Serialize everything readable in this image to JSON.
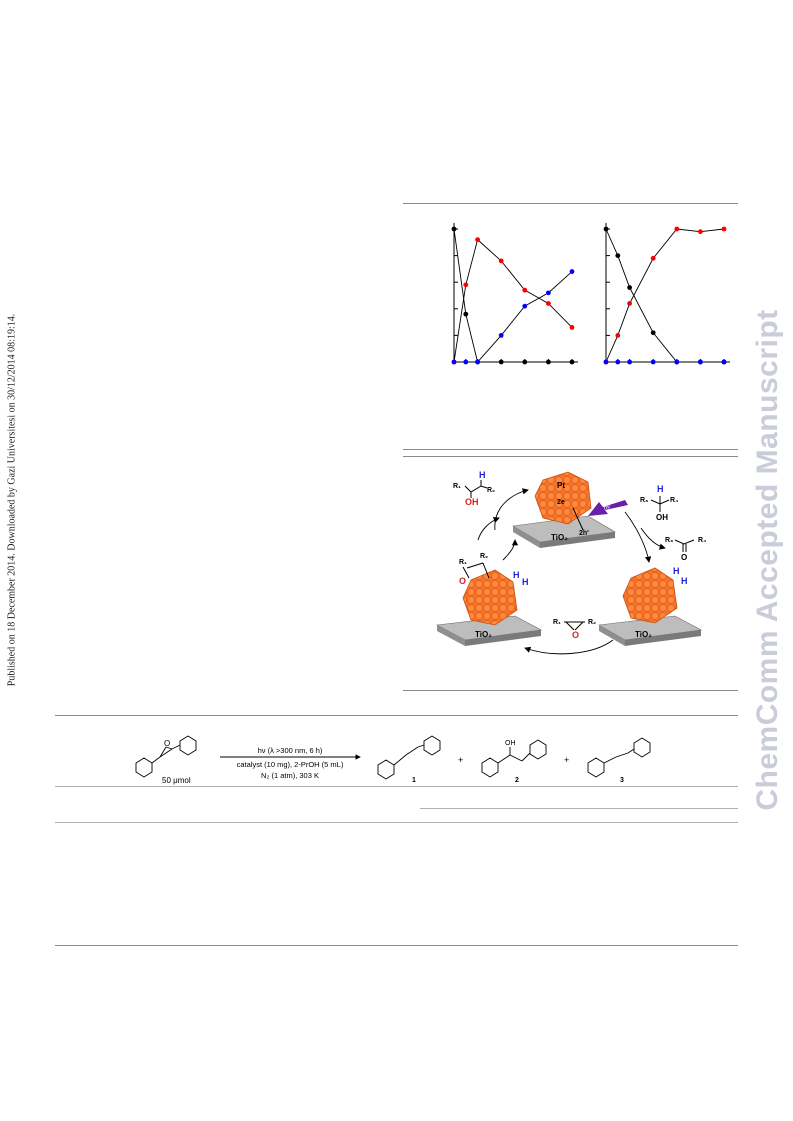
{
  "sidebar": {
    "published_line": "Published on 18 December 2014. Downloaded by Gazi Universitesi on 30/12/2014 08:19:14."
  },
  "watermark": {
    "text": "ChemComm Accepted Manuscript"
  },
  "chart_data": [
    {
      "type": "line",
      "x": [
        0,
        1,
        2,
        4,
        6,
        8,
        10
      ],
      "ylim": [
        0,
        50
      ],
      "series": [
        {
          "color": "#000000",
          "values": [
            50,
            18,
            0,
            0,
            0,
            0,
            0
          ]
        },
        {
          "color": "#ff0000",
          "values": [
            0,
            29,
            46,
            38,
            27,
            22,
            13
          ]
        },
        {
          "color": "#0000ff",
          "values": [
            0,
            0,
            0,
            10,
            21,
            26,
            34
          ]
        }
      ]
    },
    {
      "type": "line",
      "x": [
        0,
        1,
        2,
        4,
        6,
        8,
        10
      ],
      "ylim": [
        0,
        50
      ],
      "series": [
        {
          "color": "#000000",
          "values": [
            50,
            40,
            28,
            11,
            0,
            0,
            0
          ]
        },
        {
          "color": "#ff0000",
          "values": [
            0,
            10,
            22,
            39,
            50,
            49,
            50
          ]
        },
        {
          "color": "#0000ff",
          "values": [
            0,
            0,
            0,
            0,
            0,
            0,
            0
          ]
        }
      ]
    }
  ],
  "scheme": {
    "labels": {
      "pt": "Pt",
      "two_e": "2e",
      "two_h": "2h'",
      "hv": "hv",
      "tio2_top": "TiO₂",
      "tio2_left": "TiO₂",
      "tio2_right": "TiO₂",
      "r1_product": "R₁",
      "r2_product": "R₂",
      "h_product": "H",
      "oh_product": "OH",
      "r3_alcohol": "R₃",
      "r4_alcohol": "R₄",
      "h_alcohol": "H",
      "oh_alcohol": "OH",
      "r3_ketone": "R₃",
      "r4_ketone": "R₄",
      "o_ketone": "O",
      "r1_epoxide": "R₁",
      "r2_epoxide": "R₂",
      "o_epoxide": "O",
      "r1_adsorbed": "R₁",
      "r2_adsorbed": "R₂",
      "o_adsorbed": "O",
      "h_left_1": "H",
      "h_left_2": "H",
      "h_right_1": "H",
      "h_right_2": "H"
    },
    "colors": {
      "particle": "#f7732a",
      "support": "#a9a9a9",
      "hydrogen": "#1f1fd8",
      "oxygen": "#d81f1f",
      "light": "#6a1fa8"
    }
  },
  "reaction": {
    "reactant_amount": "50 μmol",
    "reactant_o": "O",
    "condition_1": "hν (λ >300 nm, 6 h)",
    "condition_2": "catalyst (10 mg), 2-PrOH (5 mL)",
    "condition_3": "N₂ (1 atm), 303 K",
    "plus_1": "+",
    "plus_2": "+",
    "product_1": "1",
    "product_2": "2",
    "product_3": "3",
    "oh_label": "OH"
  }
}
